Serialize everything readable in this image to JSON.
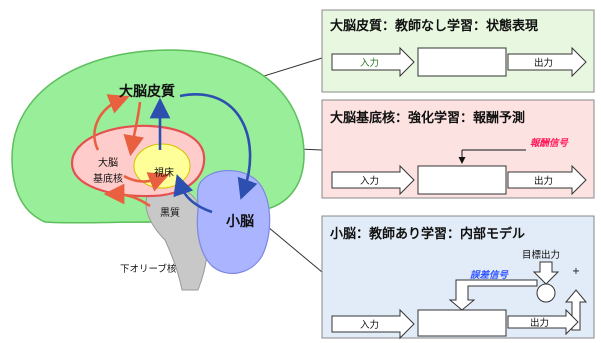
{
  "brain": {
    "cortex_label": "大脳皮質",
    "basal_ganglia_line1": "大脳",
    "basal_ganglia_line2": "基底核",
    "thalamus_label": "視床",
    "substantia_nigra_label": "黒質",
    "cerebellum_label": "小脳",
    "olive_label": "下オリーブ核"
  },
  "panels": {
    "cortex": {
      "title": "大脳皮質：教師なし学習：状態表現",
      "input_label": "入力",
      "output_label": "出力"
    },
    "basal_ganglia": {
      "title": "大脳基底核：強化学習：報酬予測",
      "signal_label": "報酬信号",
      "input_label": "入力",
      "output_label": "出力"
    },
    "cerebellum": {
      "title": "小脳：教師あり学習：内部モデル",
      "target_label": "目標出力",
      "plus_label": "+",
      "minus_label": "-",
      "error_label": "誤差信号",
      "input_label": "入力",
      "output_label": "出力"
    }
  },
  "colors": {
    "cortex": "#99ee99",
    "basal_ganglia": "#ffcccc",
    "cerebellum": "#aab4ff",
    "thalamus": "#ffff99",
    "red_arrow": "#e86040",
    "blue_arrow": "#2c4fb0",
    "panel1_bg": "#e8f8e0",
    "panel2_bg": "#fde2e2",
    "panel3_bg": "#e2ecf8",
    "signal_red": "#ff1a5a",
    "signal_blue": "#3355ff"
  }
}
